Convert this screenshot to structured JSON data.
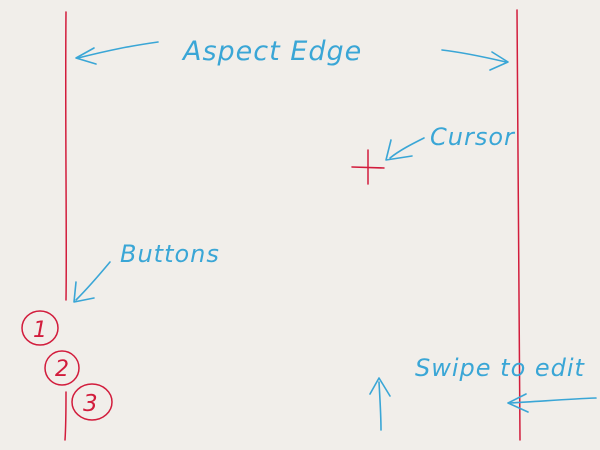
{
  "labels": {
    "aspect_edge": "Aspect Edge",
    "cursor": "Cursor",
    "buttons": "Buttons",
    "swipe_to_edit": "Swipe to edit"
  },
  "buttons": [
    "1",
    "2",
    "3"
  ],
  "colors": {
    "background": "#f1eeea",
    "annotation_ink": "#3aa6d6",
    "structure_ink": "#d21c3c"
  }
}
